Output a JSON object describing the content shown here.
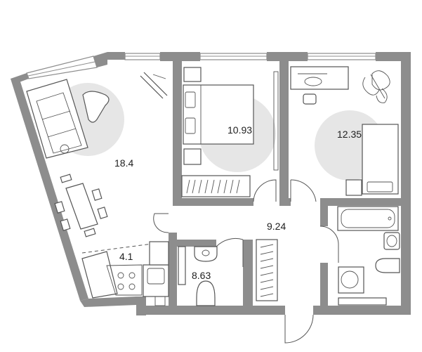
{
  "rooms": [
    {
      "key": "living",
      "label": "18.4"
    },
    {
      "key": "bedroom-1",
      "label": "10.93"
    },
    {
      "key": "bedroom-2",
      "label": "12.35"
    },
    {
      "key": "hall",
      "label": "9.24"
    },
    {
      "key": "kitchen",
      "label": "4.1"
    },
    {
      "key": "toilet",
      "label": "8.63"
    }
  ],
  "colors": {
    "wall": "#8d8d8d",
    "rug": "#e6e6e6",
    "line": "#555555",
    "text": "#1e1e1e"
  }
}
